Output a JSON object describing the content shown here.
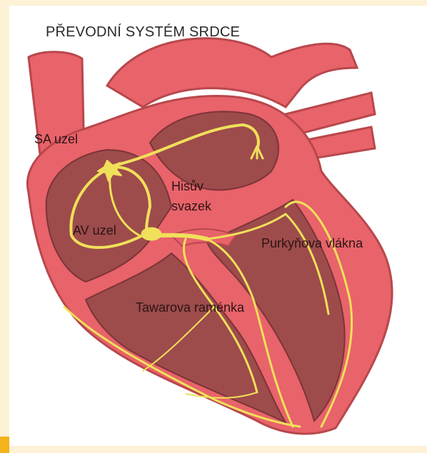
{
  "title": "PŘEVODNÍ SYSTÉM SRDCE",
  "labels": {
    "sa_node": "SA uzel",
    "his_line1": "Hisův",
    "his_line2": "svazek",
    "av_node": "AV uzel",
    "purkinje": "Purkyňova vlákna",
    "tawara": "Tawarova raménka"
  },
  "colors": {
    "background": "#fdf1d6",
    "muscle": "#e8636a",
    "muscle_dark": "#b8474c",
    "chamber": "#9e4b4c",
    "conduction": "#f0e05a",
    "accent_tab": "#f5b31a"
  }
}
